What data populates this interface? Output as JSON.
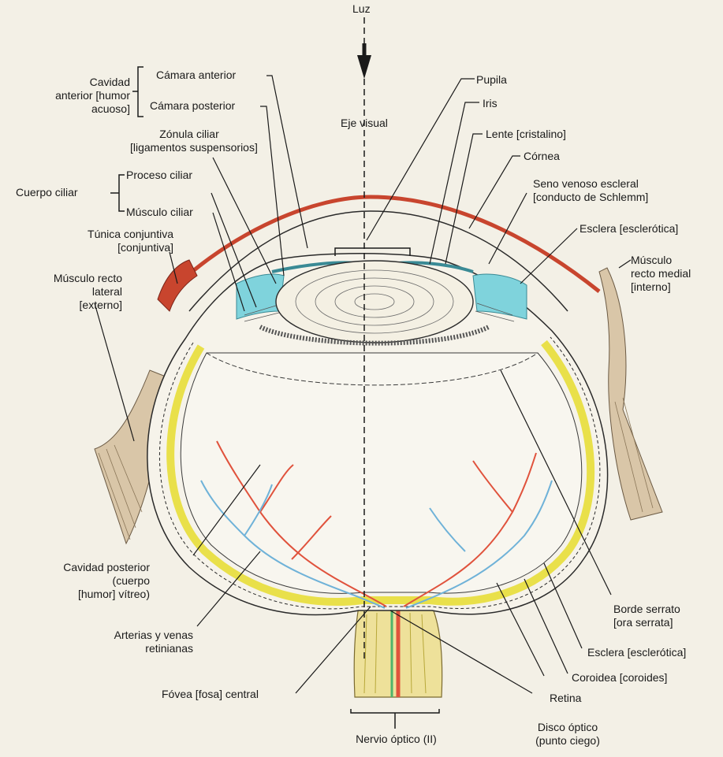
{
  "colors": {
    "background": "#f3f0e6",
    "conjunctiva": "#c8452e",
    "aqueous_blue": "#7fd3dc",
    "retina_yellow": "#e9e04a",
    "artery_red": "#e0523c",
    "vein_blue": "#6fb2d8",
    "line": "#1a1a1a"
  },
  "labels": {
    "luz": "Luz",
    "eje_visual": "Eje visual",
    "cavidad_anterior": [
      "Cavidad",
      "anterior [humor",
      "acuoso]"
    ],
    "camara_anterior": "Cámara anterior",
    "camara_posterior": "Cámara posterior",
    "zonula": [
      "Zónula ciliar",
      "[ligamentos suspensorios]"
    ],
    "cuerpo_ciliar": "Cuerpo ciliar",
    "proceso_ciliar": "Proceso ciliar",
    "musculo_ciliar": "Músculo ciliar",
    "tunica_conjuntiva": [
      "Túnica conjuntiva",
      "[conjuntiva]"
    ],
    "recto_lateral": [
      "Músculo recto",
      "lateral",
      "[externo]"
    ],
    "cavidad_posterior": [
      "Cavidad posterior",
      "(cuerpo",
      "[humor] vítreo)"
    ],
    "arterias": [
      "Arterias y venas",
      "retinianas"
    ],
    "fovea": "Fóvea [fosa] central",
    "nervio_optico": "Nervio óptico (II)",
    "disco_optico": [
      "Disco óptico",
      "(punto ciego)"
    ],
    "retina": "Retina",
    "coroidea": "Coroidea [coroides]",
    "esclera_bottom": "Esclera [esclerótica]",
    "borde_serrato": [
      "Borde serrato",
      "[ora serrata]"
    ],
    "recto_medial": [
      "Músculo",
      "recto medial",
      "[interno]"
    ],
    "esclera_top": "Esclera [esclerótica]",
    "seno_venoso": [
      "Seno venoso escleral",
      "[conducto de Schlemm]"
    ],
    "cornea": "Córnea",
    "lente": "Lente [cristalino]",
    "iris": "Iris",
    "pupila": "Pupila"
  }
}
